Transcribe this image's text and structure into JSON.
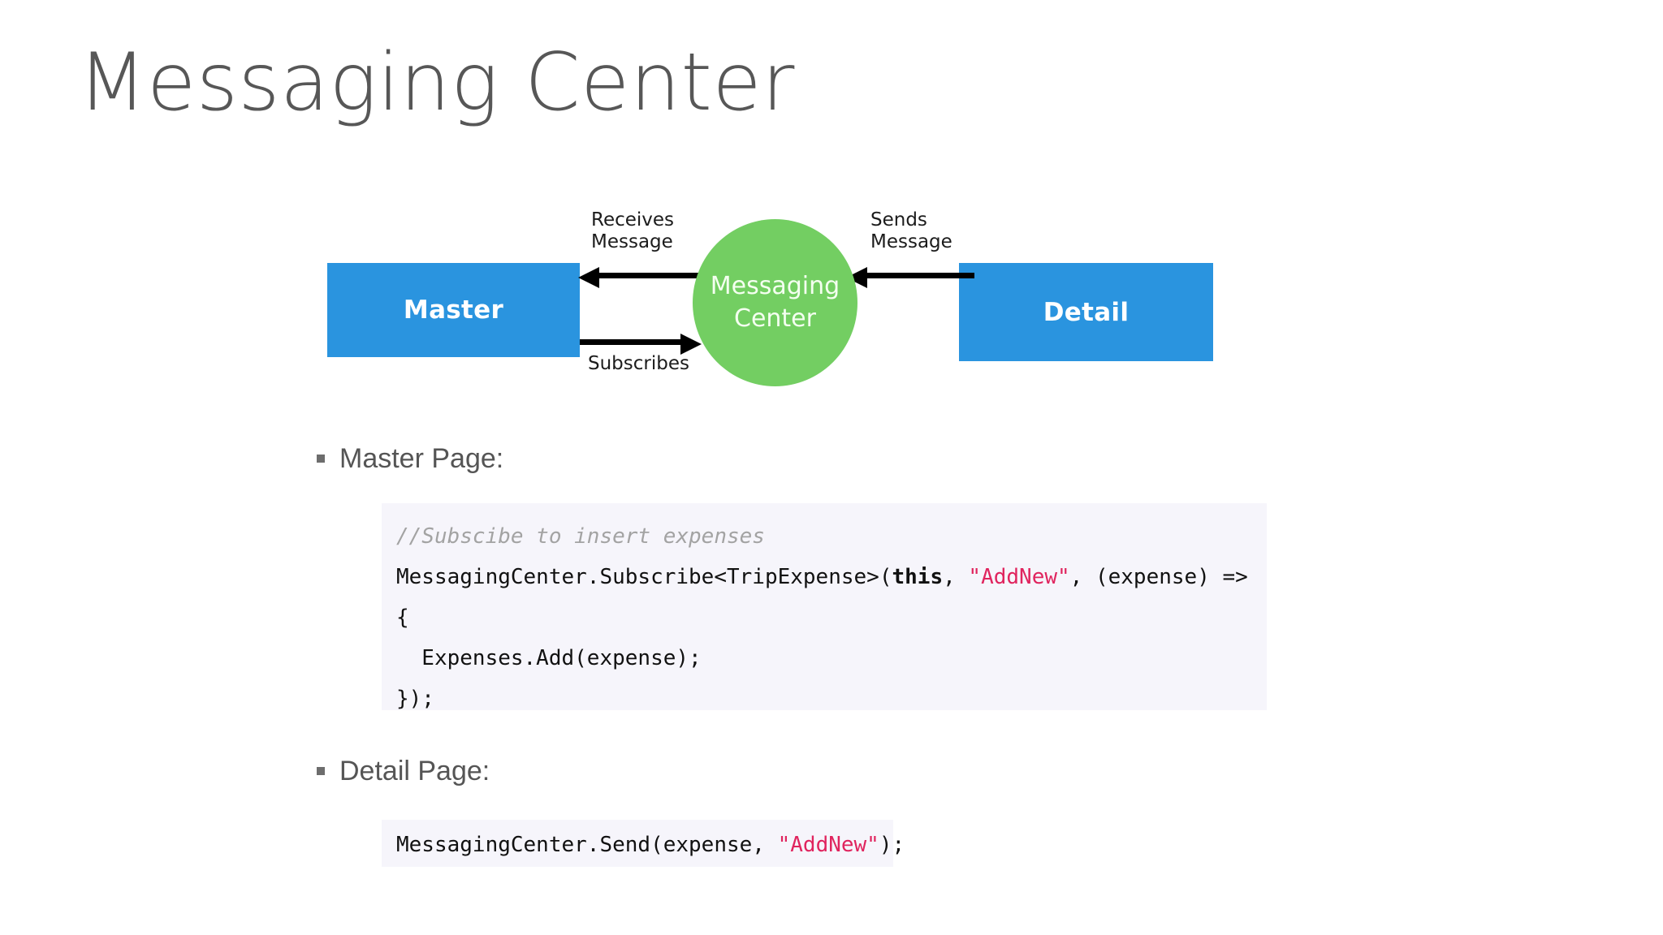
{
  "slide": {
    "title": "Messaging Center"
  },
  "diagram": {
    "master_box_label": "Master",
    "detail_box_label": "Detail",
    "hub_label_line1": "Messaging",
    "hub_label_line2": "Center",
    "caption_receives": "Receives\nMessage",
    "caption_sends": "Sends\nMessage",
    "caption_subscribes": "Subscribes",
    "colors": {
      "box_blue": "#2a94df",
      "hub_green": "#73ce62",
      "arrow_black": "#000000",
      "box_text": "#ffffff"
    }
  },
  "bullets": [
    {
      "label": "Master Page:"
    },
    {
      "label": "Detail Page:"
    }
  ],
  "code_master": {
    "comment_line": "//Subscibe to insert expenses",
    "line2_part1": "MessagingCenter.Subscribe<TripExpense>(",
    "line2_keyword": "this",
    "line2_part2": ", ",
    "line2_string": "\"AddNew\"",
    "line2_part3": ", (expense) =>",
    "line3": "{",
    "line4": "  Expenses.Add(expense);",
    "line5": "});"
  },
  "code_detail": {
    "part1": "MessagingCenter.Send(expense, ",
    "string": "\"AddNew\"",
    "part2": ");"
  },
  "theme": {
    "background": "#ffffff",
    "title_color": "#575757",
    "body_text_color": "#555555",
    "code_background": "#f6f5fb",
    "code_text": "#111111",
    "code_comment": "#a3a3a3",
    "code_string": "#e0245e"
  }
}
